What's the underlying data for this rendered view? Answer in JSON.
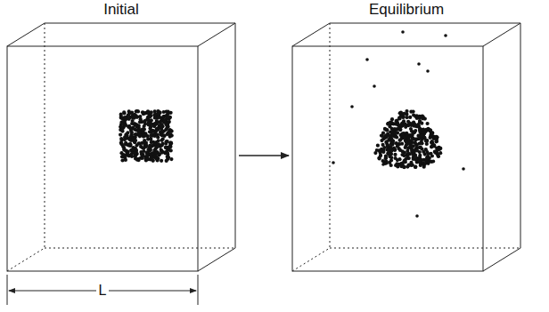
{
  "diagram": {
    "nodes": [
      {
        "text": [
          "Initial"
        ]
      },
      {
        "text": [
          "Equilibrium"
        ]
      }
    ],
    "edges": [
      {
        "from": 0,
        "to": 1,
        "arrow": "to"
      }
    ],
    "labels": [
      "L"
    ]
  }
}
